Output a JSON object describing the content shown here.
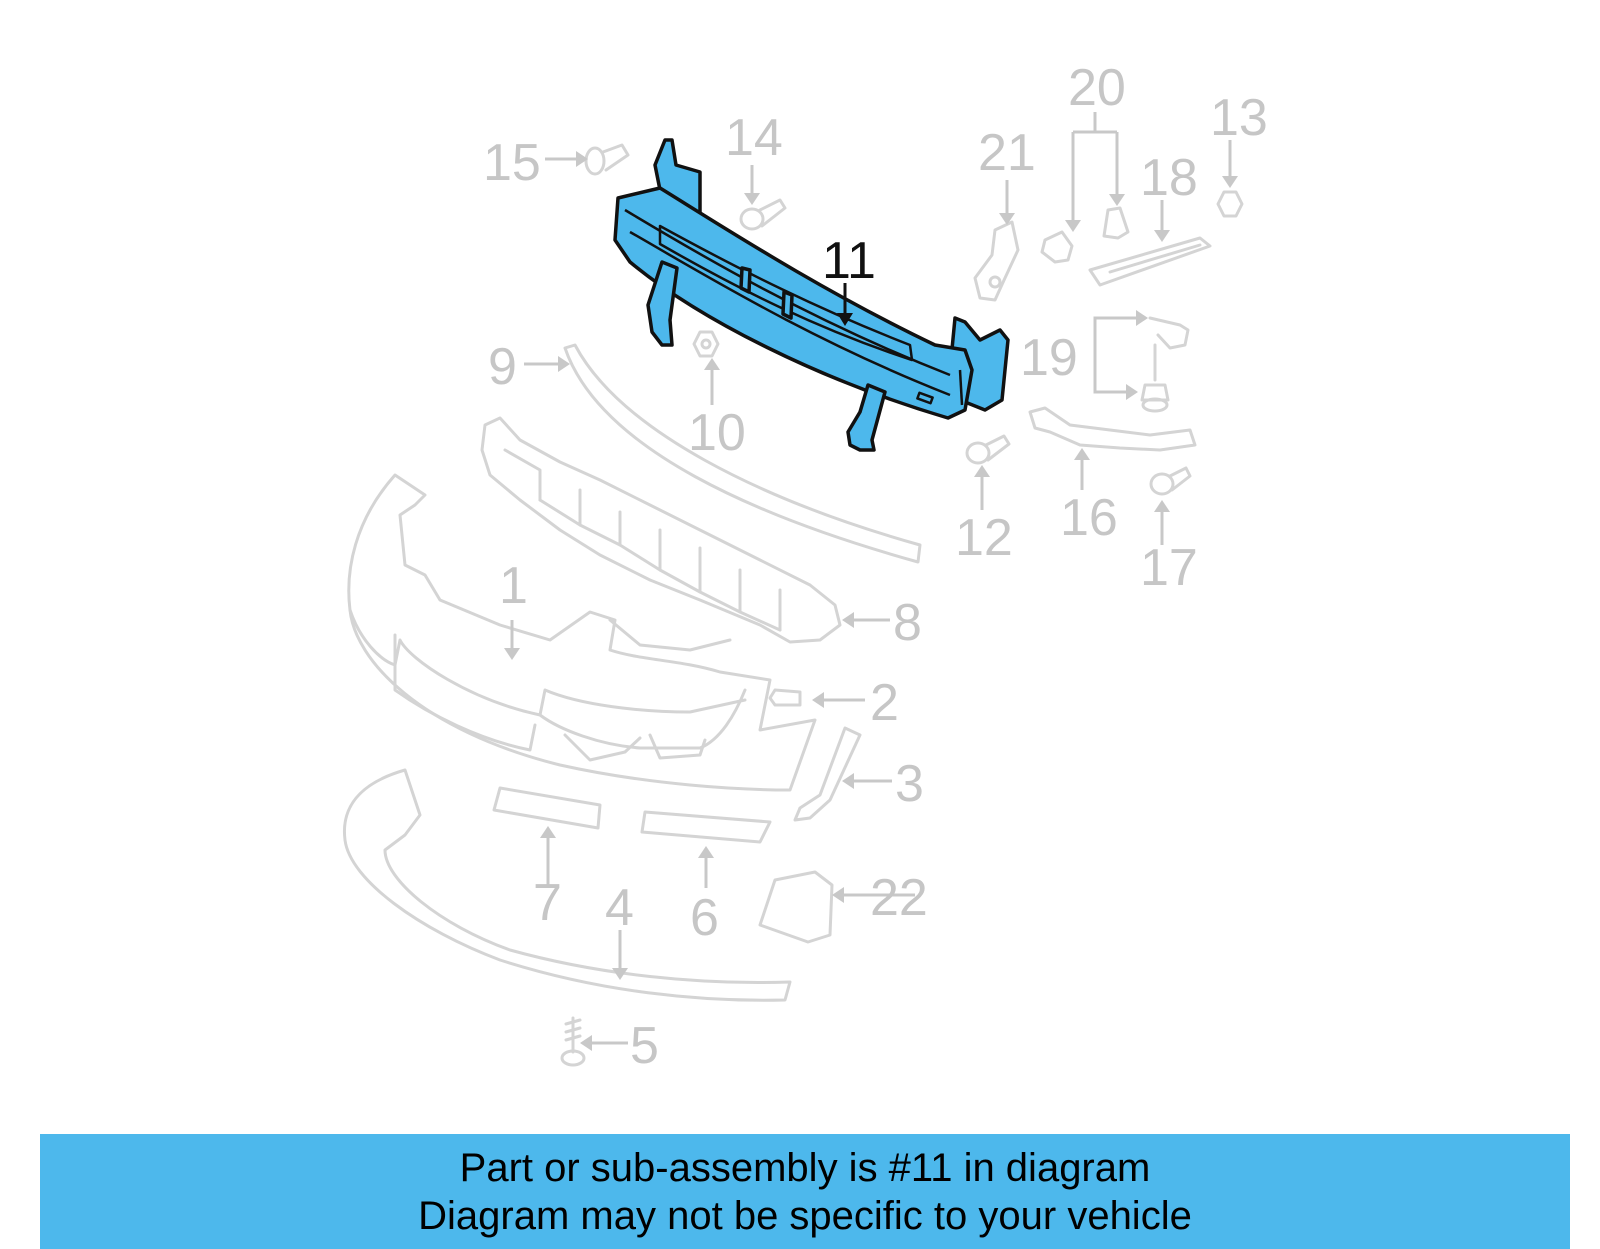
{
  "diagram": {
    "highlight_color": "#4db8ec",
    "callouts": {
      "c1": "1",
      "c2": "2",
      "c3": "3",
      "c4": "4",
      "c5": "5",
      "c6": "6",
      "c7": "7",
      "c8": "8",
      "c9": "9",
      "c10": "10",
      "c11": "11",
      "c12": "12",
      "c13": "13",
      "c14": "14",
      "c15": "15",
      "c16": "16",
      "c17": "17",
      "c18": "18",
      "c19": "19",
      "c20": "20",
      "c21": "21",
      "c22": "22"
    },
    "highlighted_callout": "11"
  },
  "banner": {
    "line1": "Part or sub-assembly is #11 in diagram",
    "line2": "Diagram may not be specific to your vehicle",
    "color": "#4db8ec"
  }
}
